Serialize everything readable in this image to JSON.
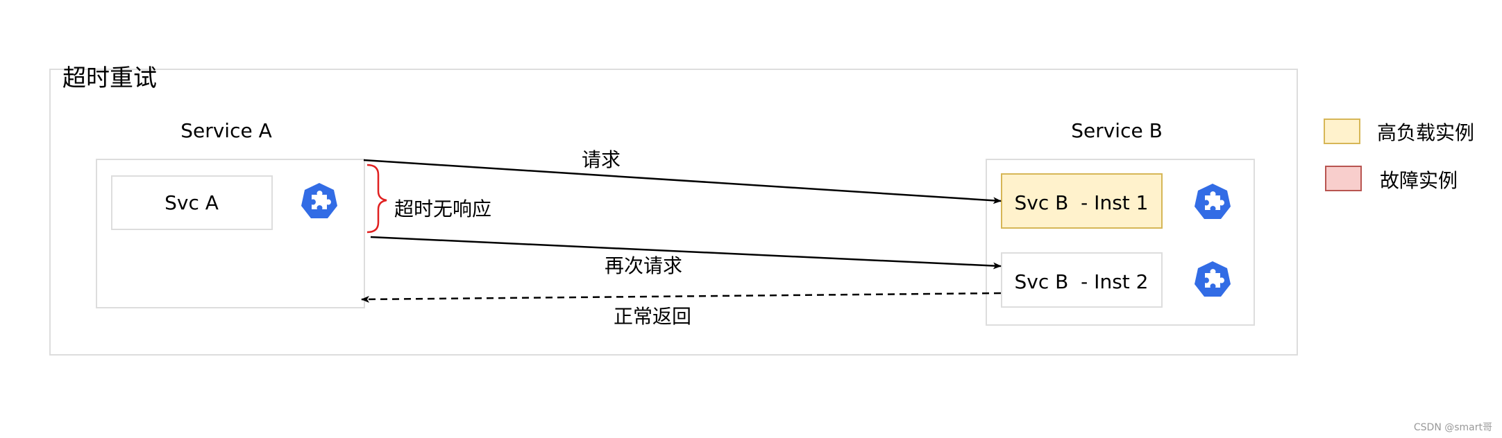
{
  "diagram": {
    "title": "超时重试",
    "service_a": {
      "label": "Service A",
      "instance": "Svc A"
    },
    "service_b": {
      "label": "Service B",
      "instances": [
        {
          "name": "Svc B  - Inst 1",
          "state": "high-load"
        },
        {
          "name": "Svc B  - Inst 2",
          "state": "normal"
        }
      ]
    },
    "arrows": {
      "request": "请求",
      "timeout": "超时无响应",
      "retry": "再次请求",
      "normal_return": "正常返回"
    },
    "legend": {
      "high_load": {
        "label": "高负载实例",
        "fill": "#fff2cc",
        "stroke": "#d6b656"
      },
      "fault": {
        "label": "故障实例",
        "fill": "#f8cecc",
        "stroke": "#b85450"
      }
    },
    "colors": {
      "box_border": "#dddddd",
      "k8s_blue": "#326ce5",
      "brace": "#e02020",
      "arrow": "#000000"
    },
    "icons": [
      "k8s-puzzle-icon",
      "k8s-puzzle-icon",
      "k8s-puzzle-icon"
    ],
    "watermark": "CSDN @smart哥"
  }
}
